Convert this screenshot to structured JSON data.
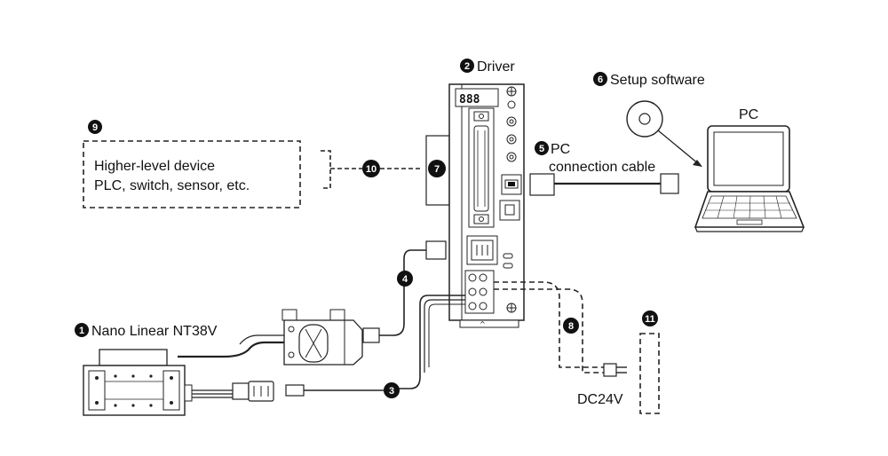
{
  "labels": {
    "nano_linear": "Nano Linear NT38V",
    "driver": "Driver",
    "setup_software": "Setup software",
    "pc_cable_line1": "PC",
    "pc_cable_line2": "connection cable",
    "pc": "PC",
    "higher_line1": "Higher-level device",
    "higher_line2": "PLC, switch, sensor, etc.",
    "dc": "DC24V"
  },
  "markers": {
    "m1": "1",
    "m2": "2",
    "m3": "3",
    "m4": "4",
    "m5": "5",
    "m6": "6",
    "m7": "7",
    "m8": "8",
    "m9": "9",
    "m10": "10",
    "m11": "11"
  },
  "display_digits": "888"
}
